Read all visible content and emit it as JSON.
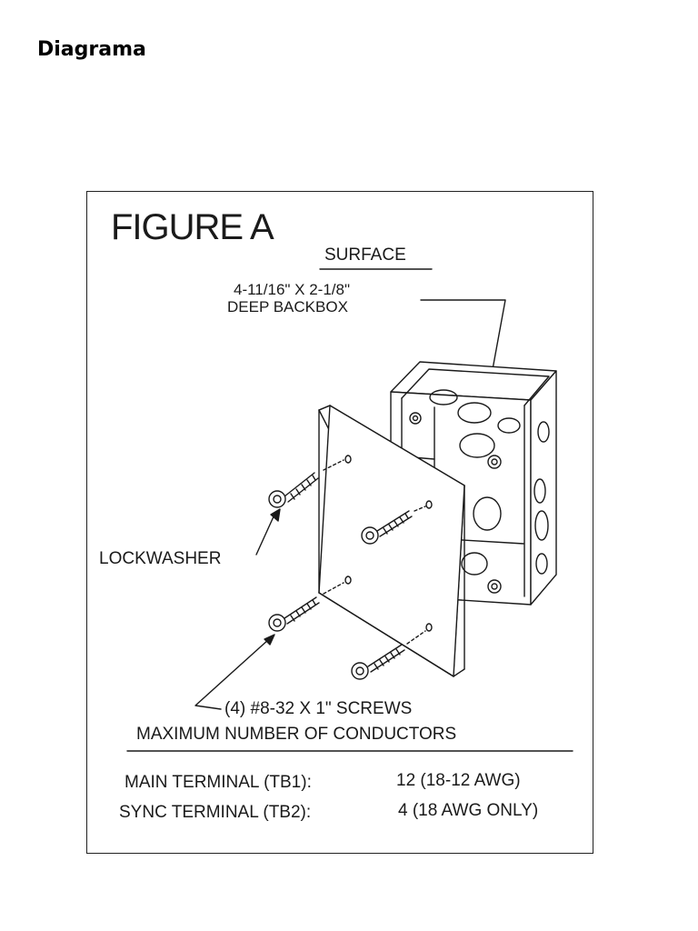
{
  "page": {
    "heading": "Diagrama"
  },
  "figure": {
    "title": "FIGURE A",
    "surface_label": "SURFACE",
    "backbox_line1": "4-11/16\" X 2-1/8\"",
    "backbox_line2": "DEEP BACKBOX",
    "lockwasher_label": "LOCKWASHER",
    "screws_label": "(4) #8-32 X 1\" SCREWS",
    "conductors_heading": "MAXIMUM NUMBER OF CONDUCTORS",
    "terminals": [
      {
        "label": "MAIN TERMINAL (TB1):",
        "value": "12  (18-12 AWG)"
      },
      {
        "label": "SYNC TERMINAL (TB2):",
        "value": "4  (18 AWG ONLY)"
      }
    ]
  },
  "colors": {
    "line": "#1a1a1a",
    "frame": "#222222",
    "background": "#ffffff"
  }
}
